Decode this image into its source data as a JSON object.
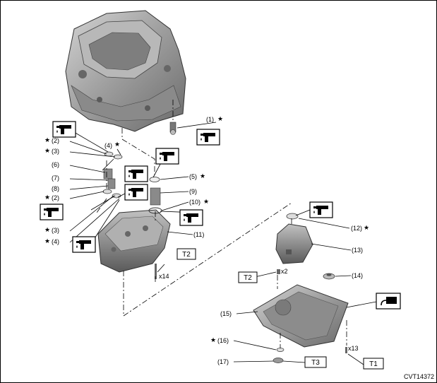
{
  "figure_id": "CVT14372",
  "star": "★",
  "icons": {
    "oil": "fluid-application-icon",
    "fluid": "transmission-fluid-icon"
  },
  "colors": {
    "part_fill": "#9a9a9a",
    "part_dark": "#5e5e5e",
    "part_light": "#c8c8c8",
    "line": "#000000"
  },
  "parts": {
    "p1": "(1)",
    "p2a": "(2)",
    "p3a": "(3)",
    "p4a": "(4)",
    "p6": "(6)",
    "p7": "(7)",
    "p8": "(8)",
    "p2b": "(2)",
    "p3b": "(3)",
    "p4b": "(4)",
    "p4top": "(4)",
    "p5": "(5)",
    "p9": "(9)",
    "p10": "(10)",
    "p11": "(11)",
    "p12": "(12)",
    "p13": "(13)",
    "p14": "(14)",
    "p15": "(15)",
    "p16": "(16)",
    "p17": "(17)"
  },
  "torques": {
    "t2_valve": "T2",
    "t2_strainer": "T2",
    "t3": "T3",
    "t1": "T1"
  },
  "counts": {
    "x14": "x14",
    "x2": "x2",
    "x13": "x13"
  }
}
